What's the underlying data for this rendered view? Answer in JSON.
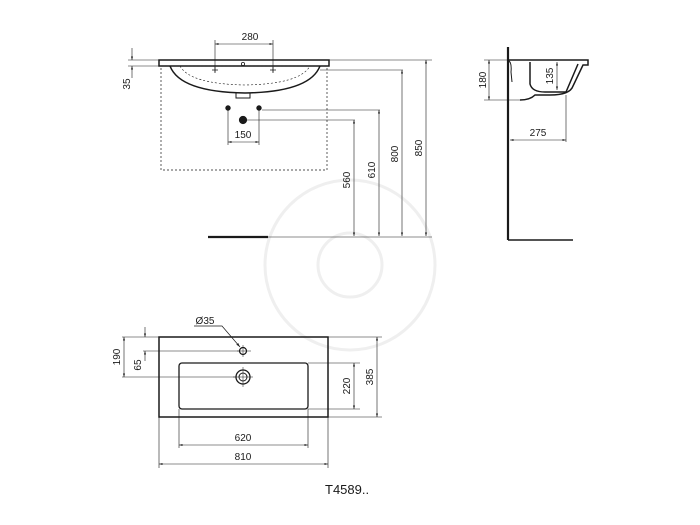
{
  "drawing": {
    "product_code": "T4589..",
    "front_view": {
      "tap_hole_spacing": "280",
      "rim_thickness": "35",
      "waste_spacing": "150",
      "heights": [
        "560",
        "610",
        "800",
        "850"
      ]
    },
    "side_view": {
      "bowl_height": "180",
      "bowl_depth": "135",
      "waste_projection": "275"
    },
    "top_view": {
      "tap_hole_diameter": "Ø35",
      "tap_hole_offset": "190",
      "tap_hole_from_edge": "65",
      "bowl_depth": "220",
      "overall_depth": "385",
      "bowl_width": "620",
      "overall_width": "810"
    },
    "colors": {
      "line": "#1a1a1a",
      "dim_line": "#333333",
      "watermark": "#eeeeee"
    }
  }
}
